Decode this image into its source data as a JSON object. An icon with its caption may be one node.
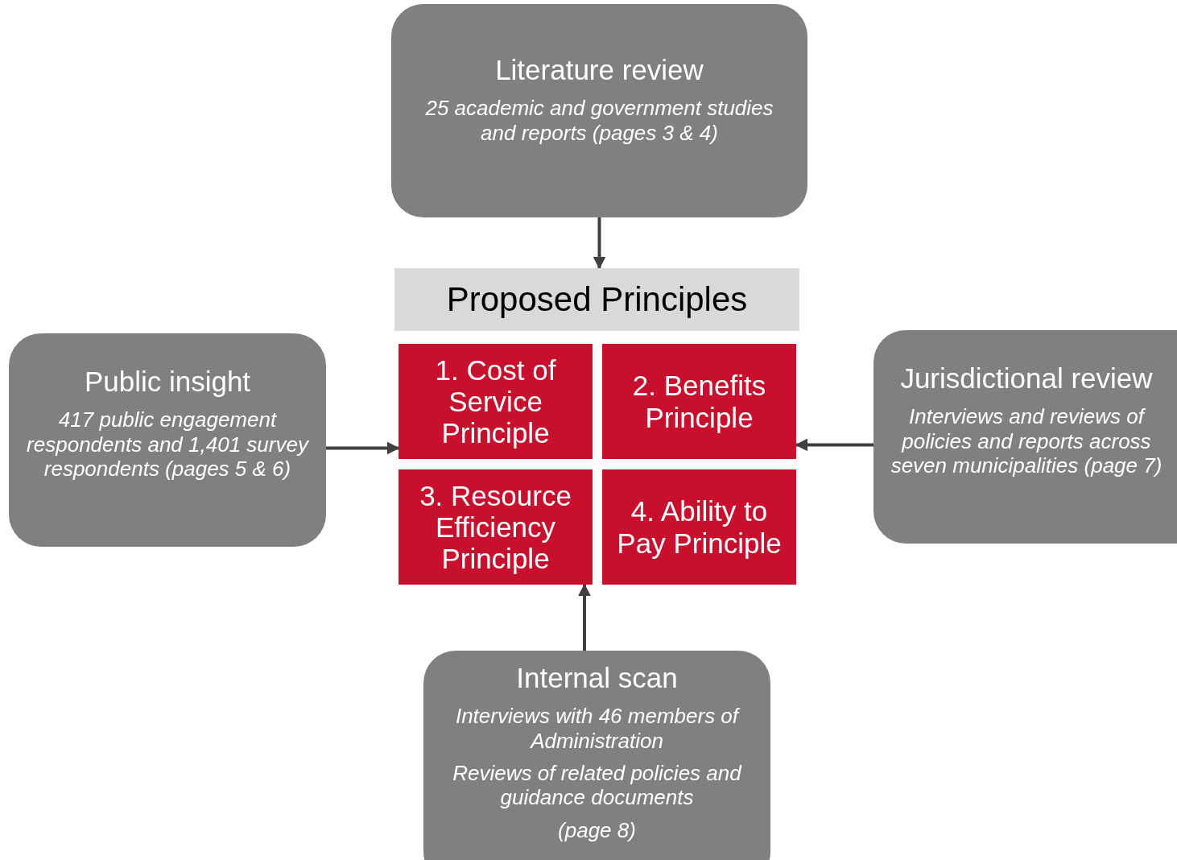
{
  "diagram": {
    "nodes": [
      {
        "text": [
          "Literature review",
          "25 academic and government studies and reports (pages 3 & 4)"
        ]
      },
      {
        "text": [
          "Proposed Principles"
        ]
      },
      {
        "text": [
          "1. Cost of Service Principle"
        ]
      },
      {
        "text": [
          "2. Benefits Principle"
        ]
      },
      {
        "text": [
          "3. Resource Efficiency Principle"
        ]
      },
      {
        "text": [
          "4. Ability to Pay Principle"
        ]
      },
      {
        "text": [
          "Public insight",
          "417 public engagement respondents and 1,401 survey respondents (pages 5 & 6)"
        ]
      },
      {
        "text": [
          "Jurisdictional review",
          "Interviews and reviews of policies and reports across seven municipalities (page 7)"
        ]
      },
      {
        "text": [
          "Internal scan",
          "Interviews with 46 members of Administration",
          "Reviews of related policies and guidance documents",
          "(page 8)"
        ]
      }
    ],
    "edges": [
      {
        "from": 0,
        "to": 1,
        "arrow": "to"
      },
      {
        "from": 6,
        "to": 2,
        "arrow": "to"
      },
      {
        "from": 7,
        "to": 3,
        "arrow": "to"
      },
      {
        "from": 8,
        "to": 4,
        "arrow": "to"
      }
    ]
  }
}
